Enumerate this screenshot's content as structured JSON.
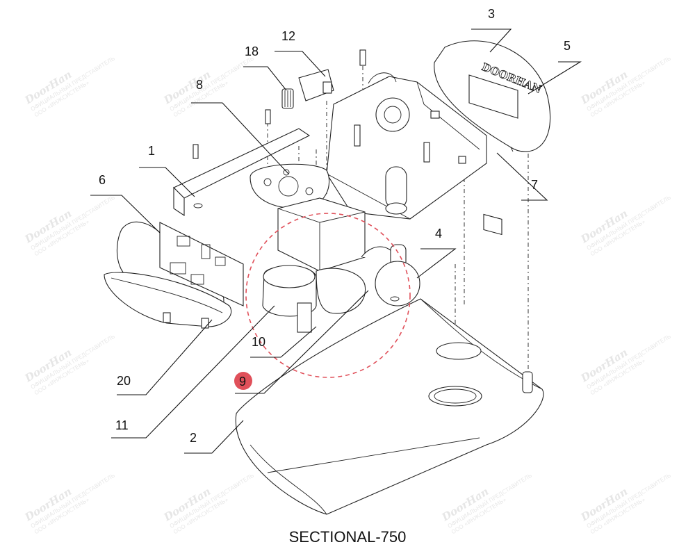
{
  "caption": "SECTIONAL-750",
  "brand_text": "DOORHAN",
  "watermark": {
    "brand": "DoorHan",
    "line1": "ОФИЦИАЛЬНЫЙ ПРЕДСТАВИТЕЛЬ",
    "line2": "ООО «ИНЖСИСТЕМЬ»"
  },
  "callouts": [
    {
      "id": "1",
      "label": "1"
    },
    {
      "id": "2",
      "label": "2"
    },
    {
      "id": "3",
      "label": "3"
    },
    {
      "id": "4",
      "label": "4"
    },
    {
      "id": "5",
      "label": "5"
    },
    {
      "id": "6",
      "label": "6"
    },
    {
      "id": "7",
      "label": "7"
    },
    {
      "id": "8",
      "label": "8"
    },
    {
      "id": "9",
      "label": "9"
    },
    {
      "id": "10",
      "label": "10"
    },
    {
      "id": "11",
      "label": "11"
    },
    {
      "id": "12",
      "label": "12"
    },
    {
      "id": "18",
      "label": "18"
    },
    {
      "id": "20",
      "label": "20"
    }
  ],
  "highlight": {
    "callout": "9",
    "color": "#e0505a"
  }
}
